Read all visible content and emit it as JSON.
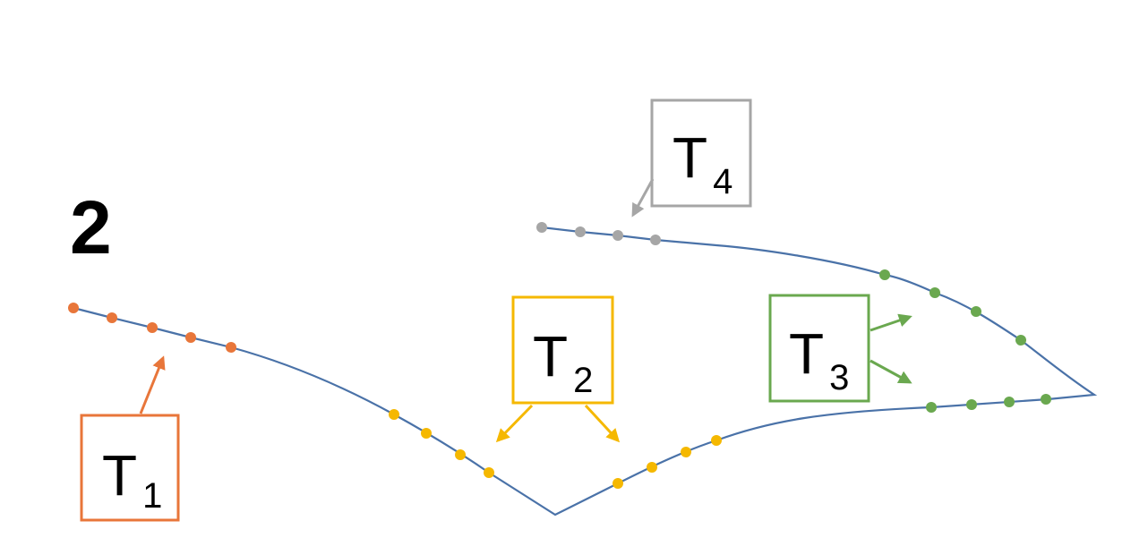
{
  "figure": {
    "number": "2"
  },
  "colors": {
    "curve": "#4a72a8",
    "t1": "#e8763a",
    "t2": "#f5b800",
    "t3": "#6aa84f",
    "t4": "#a6a6a6"
  },
  "labels": {
    "t1": {
      "letter": "T",
      "sub": "1"
    },
    "t2": {
      "letter": "T",
      "sub": "2"
    },
    "t3": {
      "letter": "T",
      "sub": "3"
    },
    "t4": {
      "letter": "T",
      "sub": "4"
    }
  }
}
